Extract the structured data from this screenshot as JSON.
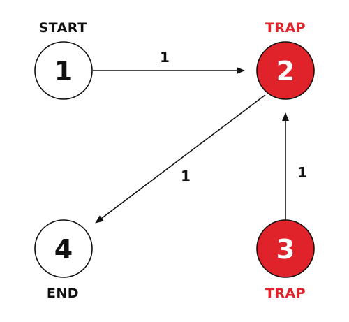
{
  "colors": {
    "trap": "#e0222a",
    "normal_fill": "#ffffff",
    "stroke": "#111111",
    "text": "#111111",
    "trap_text": "#ffffff"
  },
  "nodes": [
    {
      "id": "1",
      "label": "1",
      "tag": "START",
      "trap": false
    },
    {
      "id": "2",
      "label": "2",
      "tag": "TRAP",
      "trap": true
    },
    {
      "id": "3",
      "label": "3",
      "tag": "TRAP",
      "trap": true
    },
    {
      "id": "4",
      "label": "4",
      "tag": "END",
      "trap": false
    }
  ],
  "edges": [
    {
      "from": "1",
      "to": "2",
      "weight": "1"
    },
    {
      "from": "2",
      "to": "4",
      "weight": "1"
    },
    {
      "from": "3",
      "to": "2",
      "weight": "1"
    }
  ]
}
